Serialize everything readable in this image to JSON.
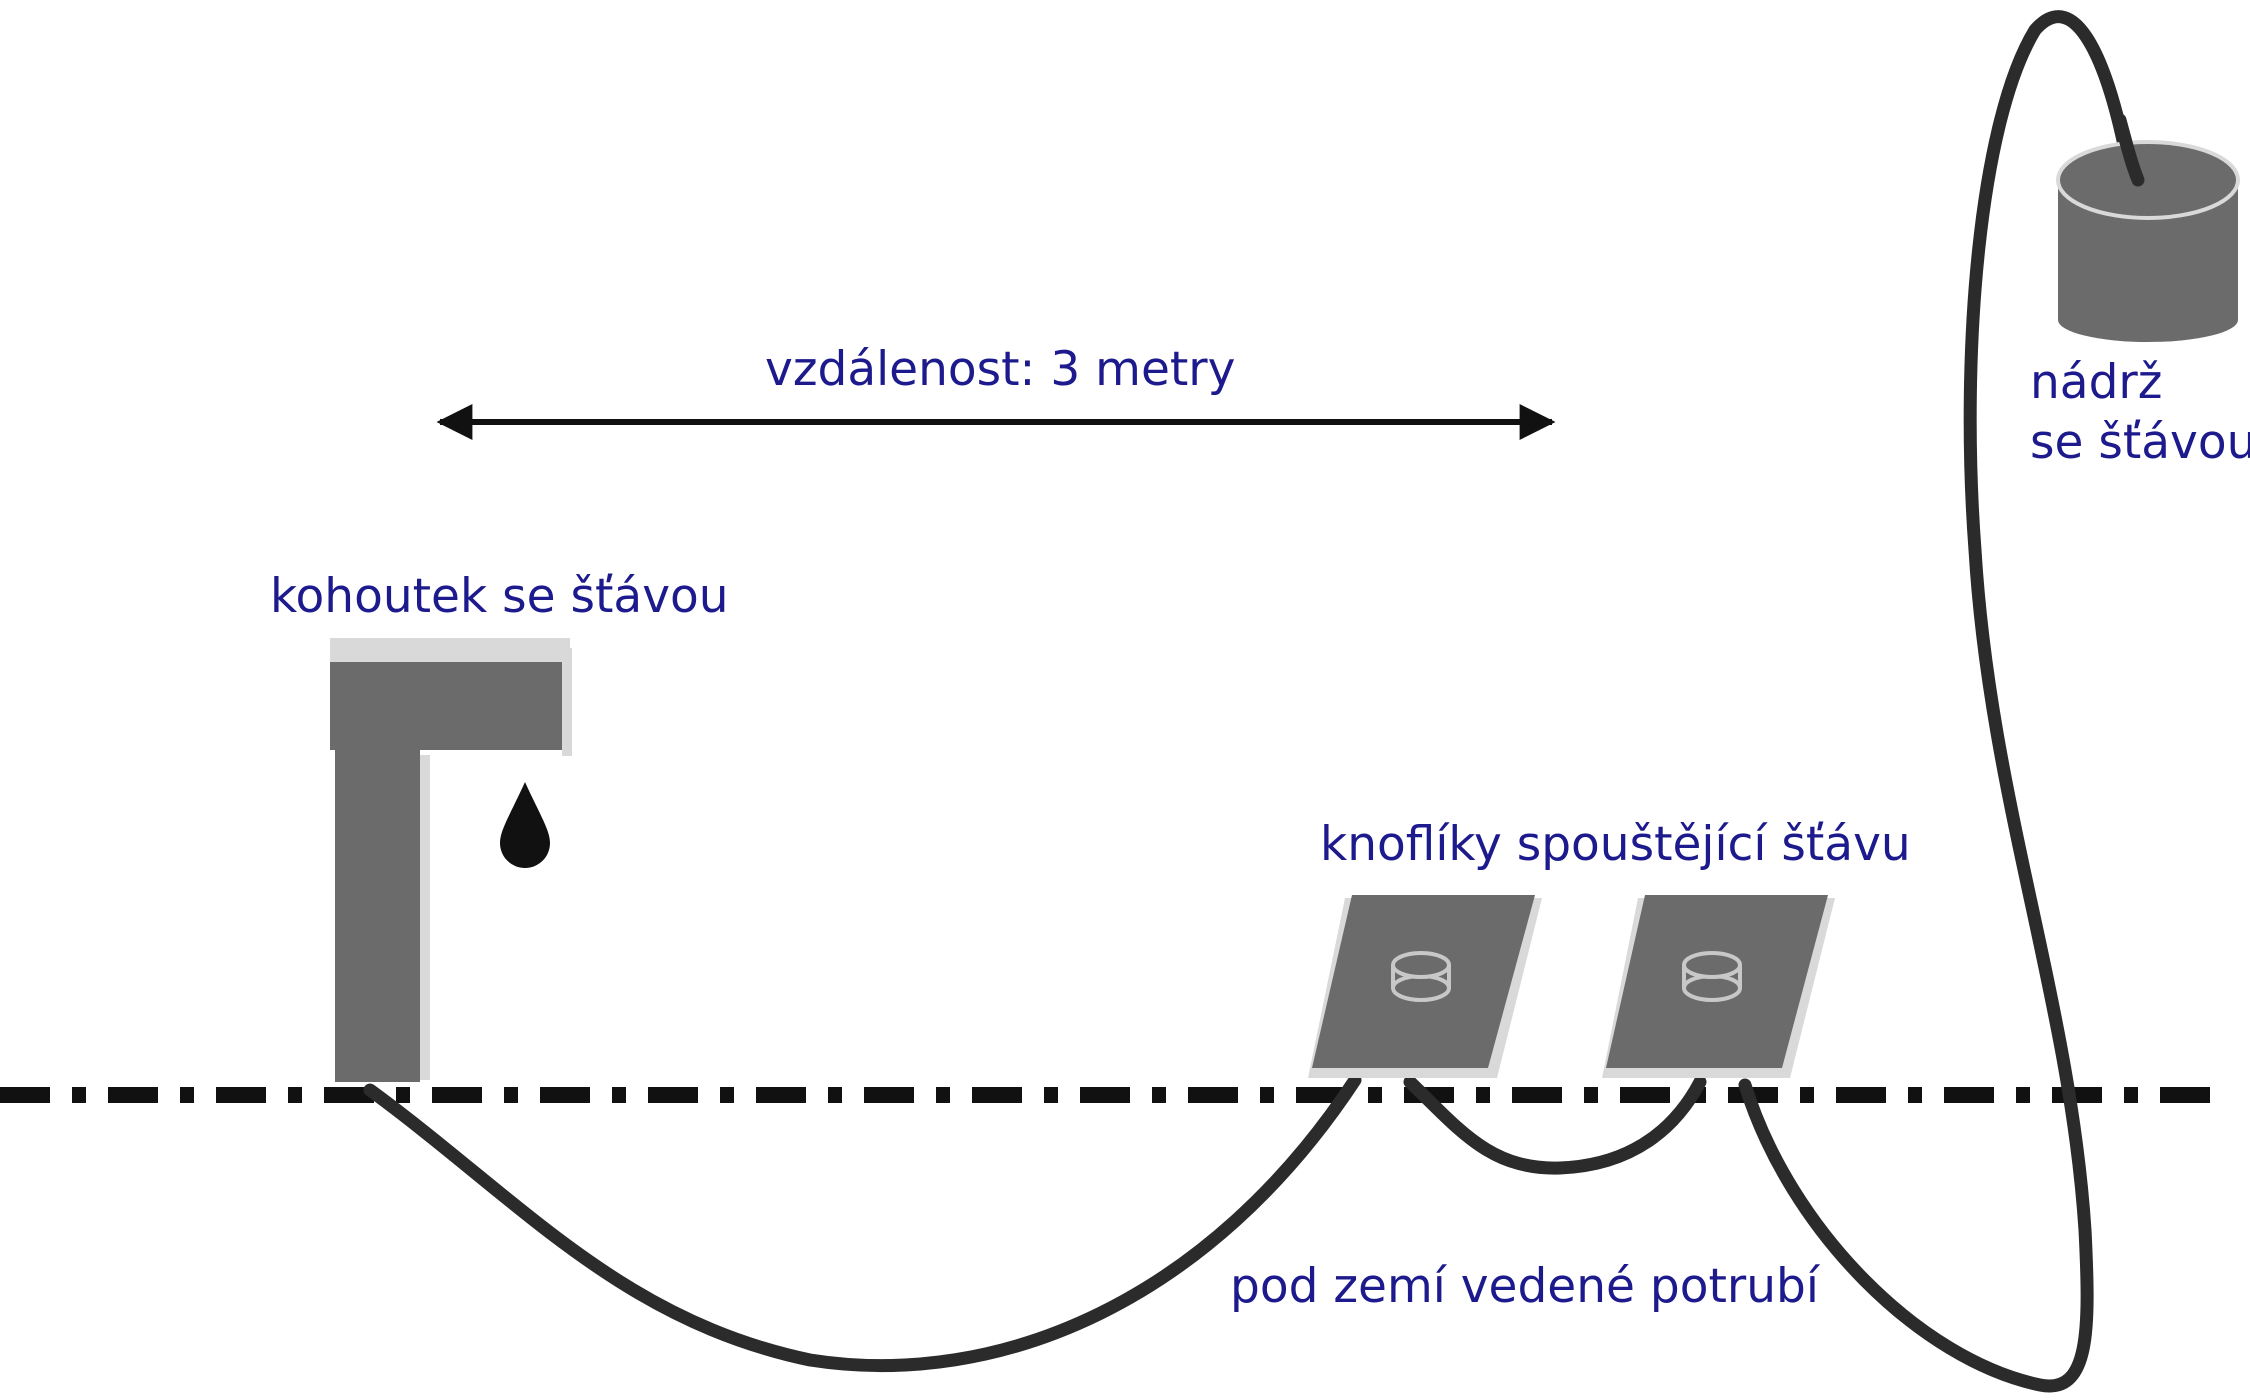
{
  "labels": {
    "distance": "vzdálenost: 3 metry",
    "faucet": "kohoutek se šťávou",
    "tank_line1": "nádrž",
    "tank_line2": "se šťávou",
    "buttons": "knoflíky spouštějící šťávu",
    "pipe": "pod zemí vedené potrubí"
  },
  "colors": {
    "label_text": "#1c1a8c",
    "device_gray": "#6b6b6b",
    "device_highlight": "#d9d9d9",
    "pipe": "#2b2b2b",
    "ground_line": "#111111"
  }
}
